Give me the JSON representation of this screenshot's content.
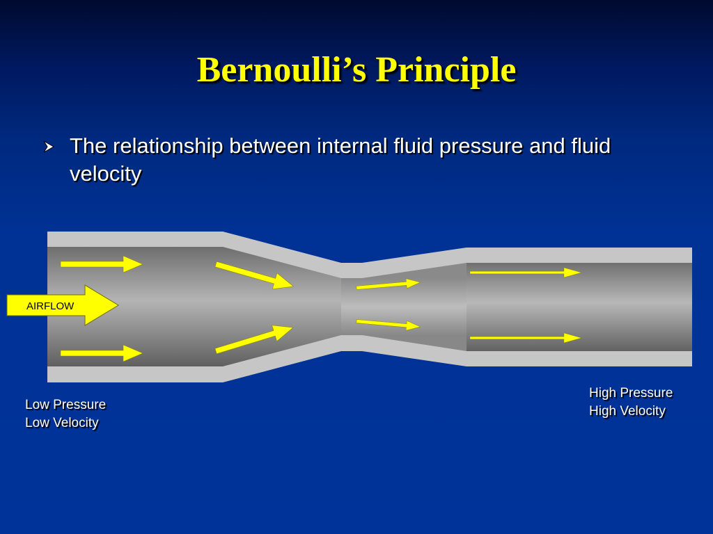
{
  "slide": {
    "title": "Bernoulli’s Principle",
    "bullet_icon": "arrowhead-bullet-icon",
    "bullet_text": "The relationship between internal fluid pressure and fluid velocity"
  },
  "diagram": {
    "airflow_label": "AIRFLOW",
    "left_region": {
      "line1": "Low Pressure",
      "line2": "Low Velocity"
    },
    "right_region": {
      "line1": "High Pressure",
      "line2": "High Velocity"
    }
  },
  "colors": {
    "background": "#003399",
    "title": "#ffff00",
    "arrow": "#ffff00",
    "pipe_wall": "#c8c8c8",
    "pipe_interior": "#a0a0a0",
    "text": "#ffffff"
  }
}
